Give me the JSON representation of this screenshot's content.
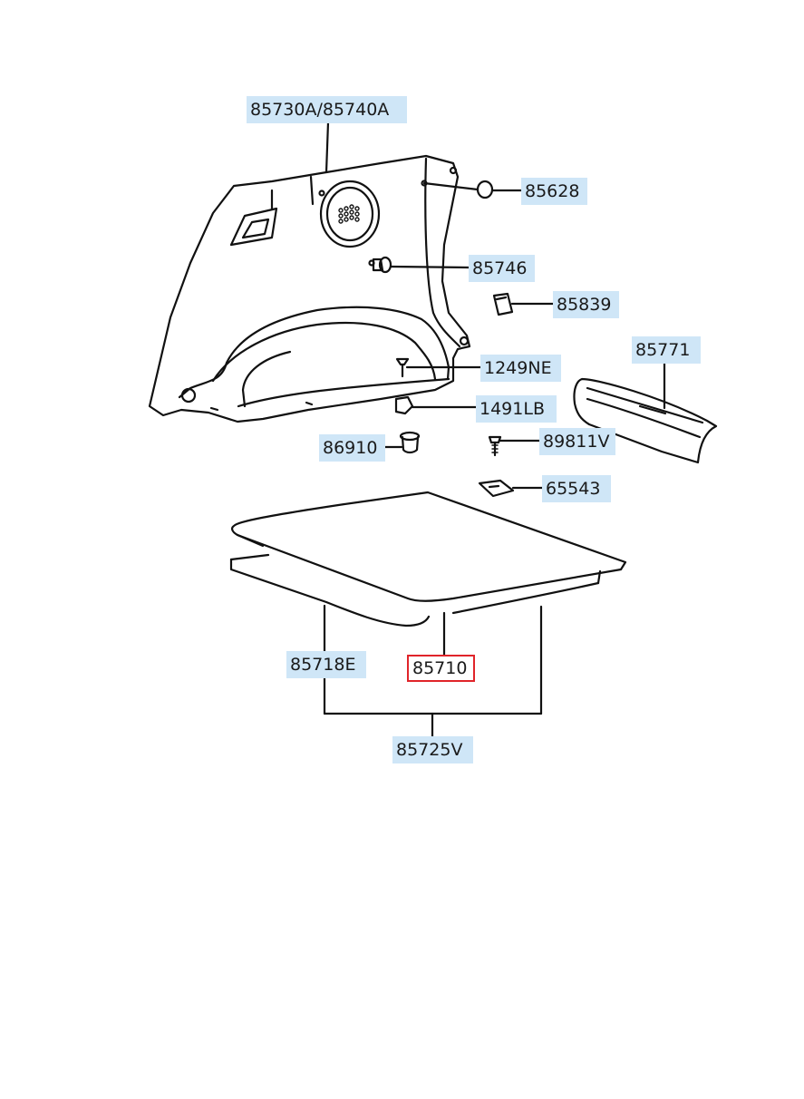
{
  "diagram": {
    "labels": [
      {
        "id": "85730A-85740A",
        "text": "85730A/85740A",
        "selected": false
      },
      {
        "id": "85628",
        "text": "85628",
        "selected": false
      },
      {
        "id": "85746",
        "text": "85746",
        "selected": false
      },
      {
        "id": "85839",
        "text": "85839",
        "selected": false
      },
      {
        "id": "85771",
        "text": "85771",
        "selected": false
      },
      {
        "id": "1249NE",
        "text": "1249NE",
        "selected": false
      },
      {
        "id": "1491LB",
        "text": "1491LB",
        "selected": false
      },
      {
        "id": "86910",
        "text": "86910",
        "selected": false
      },
      {
        "id": "89811V",
        "text": "89811V",
        "selected": false
      },
      {
        "id": "65543",
        "text": "65543",
        "selected": false
      },
      {
        "id": "85718E",
        "text": "85718E",
        "selected": false
      },
      {
        "id": "85710",
        "text": "85710",
        "selected": true
      },
      {
        "id": "85725V",
        "text": "85725V",
        "selected": false
      }
    ],
    "colors": {
      "label_bg": "#cfe6f7",
      "highlight_border": "#e0242a",
      "line": "#111111"
    }
  }
}
